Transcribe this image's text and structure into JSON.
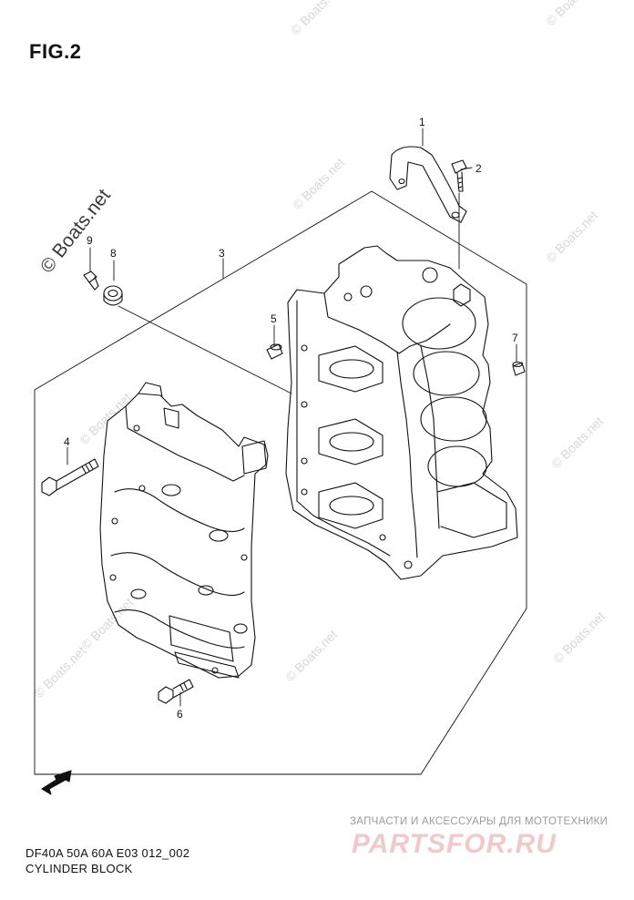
{
  "figure": {
    "title": "FIG.2",
    "model_code": "DF40A 50A 60A E03 012_002",
    "caption": "CYLINDER BLOCK"
  },
  "watermark": {
    "main": "© Boats.net",
    "tile": "© Boats.net"
  },
  "parts": [
    {
      "number": "1"
    },
    {
      "number": "2"
    },
    {
      "number": "3"
    },
    {
      "number": "4"
    },
    {
      "number": "5"
    },
    {
      "number": "6"
    },
    {
      "number": "7"
    },
    {
      "number": "8"
    },
    {
      "number": "9"
    }
  ],
  "front_marker": {
    "label": "FWD",
    "icon": "fwd-arrow-icon"
  },
  "brand": {
    "tagline": "ЗАПЧАСТИ И АКСЕССУАРЫ ДЛЯ МОТОТЕХНИКИ",
    "logo": "PARTSFOR.RU"
  },
  "colors": {
    "line": "#111111",
    "watermark": "#d7d7d7",
    "logo": "#f2c9c9"
  }
}
